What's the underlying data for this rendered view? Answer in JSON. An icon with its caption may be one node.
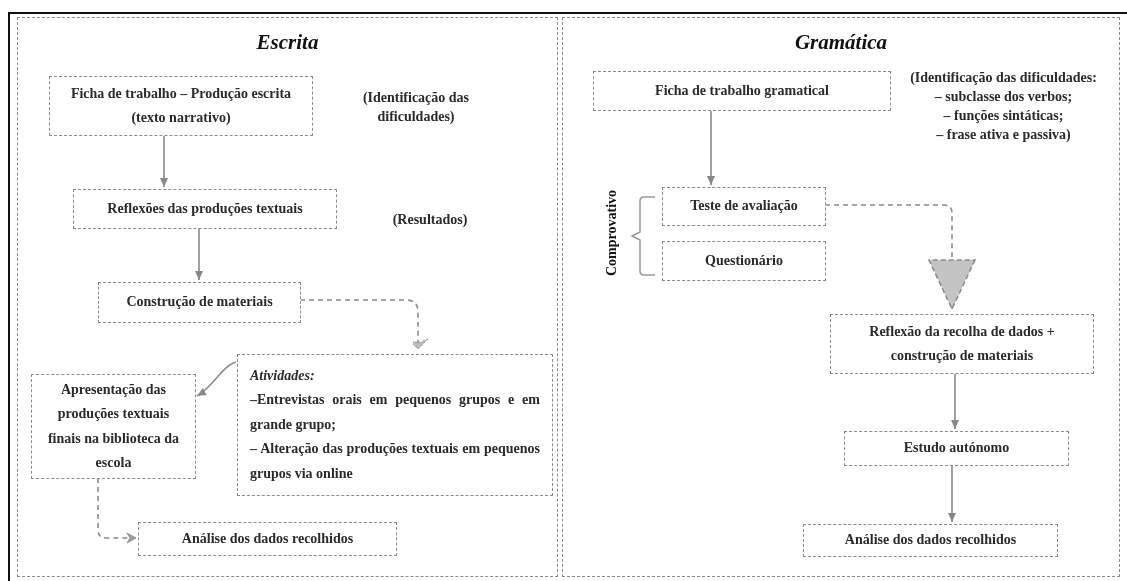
{
  "diagram": {
    "nodes": [
      {
        "text": [
          "Escrita"
        ]
      },
      {
        "text": [
          "Ficha de trabalho – Produção escrita (texto narrativo)"
        ],
        "in": 0,
        "beside": [
          "(Identificação das dificuldades)"
        ]
      },
      {
        "text": [
          "Reflexões das produções textuais"
        ],
        "in": 0
      },
      {
        "text": [
          "Construção de materiais"
        ],
        "in": 0
      },
      {
        "text": [
          "Atividades:",
          "–Entrevistas orais em pequenos grupos e em grande grupo;",
          "– Alteração das produções textuais em pequenos grupos via online"
        ],
        "in": 0
      },
      {
        "text": [
          "Apresentação das produções textuais finais na biblioteca da escola"
        ],
        "in": 0
      },
      {
        "text": [
          "Análise dos dados recolhidos"
        ],
        "in": 0
      },
      {
        "text": [
          "Gramática"
        ]
      },
      {
        "text": [
          "Ficha de trabalho gramatical"
        ],
        "in": 7,
        "beside": [
          "(Identificação das dificuldades:",
          "– subclasse dos verbos;",
          "– funções sintáticas;",
          "– frase ativa e passiva)"
        ]
      },
      {
        "text": [
          "Teste de avaliação"
        ],
        "in": 7
      },
      {
        "text": [
          "Questionário"
        ],
        "in": 7
      },
      {
        "text": [
          "Reflexão da recolha de dados + construção de materiais"
        ],
        "in": 7
      },
      {
        "text": [
          "Estudo autónomo"
        ],
        "in": 7
      },
      {
        "text": [
          "Análise dos dados recolhidos"
        ],
        "in": 7
      }
    ],
    "edges": [
      {
        "from": 1,
        "to": 2,
        "arrow": "to"
      },
      {
        "from": 2,
        "to": 3,
        "arrow": "to"
      },
      {
        "from": 3,
        "to": 4,
        "arrow": "to",
        "style": "dashed"
      },
      {
        "from": 4,
        "to": 5,
        "arrow": "to"
      },
      {
        "from": 5,
        "to": 6,
        "arrow": "to",
        "style": "dashed"
      },
      {
        "from": 8,
        "to": 9,
        "arrow": "to"
      },
      {
        "from": 9,
        "to": 11,
        "arrow": "to",
        "style": "dashed"
      },
      {
        "from": 11,
        "to": 12,
        "arrow": "to"
      },
      {
        "from": 12,
        "to": 13,
        "arrow": "to"
      }
    ],
    "labels": [
      "(Resultados)",
      "Comprovativo"
    ]
  }
}
